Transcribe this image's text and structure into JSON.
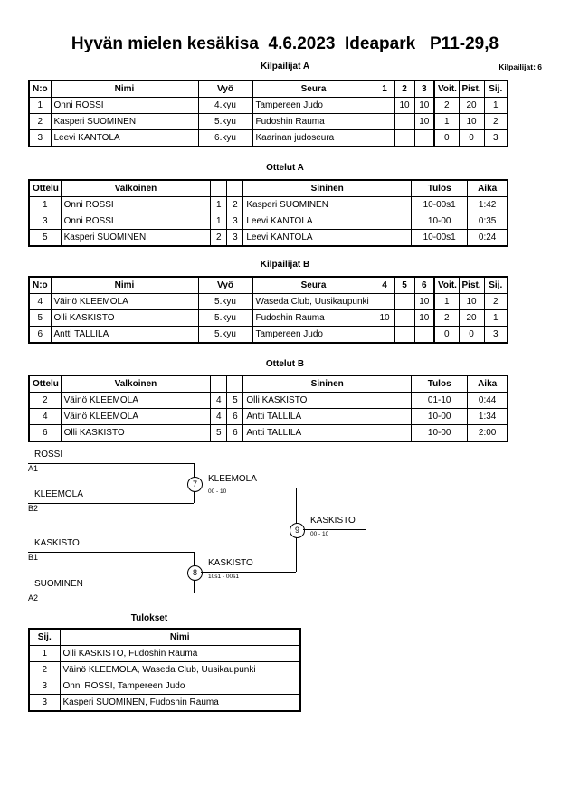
{
  "header": {
    "title": "Hyvän mielen kesäkisa  4.6.2023  Ideapark   P11-29,8",
    "subtitle_a": "Kilpailijat A",
    "entrants": "Kilpailijat: 6"
  },
  "pool_a": {
    "caption": "Kilpailijat A",
    "columns": [
      "N:o",
      "Nimi",
      "Vyö",
      "Seura",
      "1",
      "2",
      "3",
      "Voit.",
      "Pist.",
      "Sij."
    ],
    "rows": [
      {
        "no": "1",
        "name": "Onni ROSSI",
        "belt": "4.kyu",
        "club": "Tampereen Judo",
        "m1": "",
        "m2": "10",
        "m3": "10",
        "wins": "2",
        "points": "20",
        "rank": "1"
      },
      {
        "no": "2",
        "name": "Kasperi SUOMINEN",
        "belt": "5.kyu",
        "club": "Fudoshin Rauma",
        "m1": "",
        "m2": "",
        "m3": "10",
        "wins": "1",
        "points": "10",
        "rank": "2"
      },
      {
        "no": "3",
        "name": "Leevi KANTOLA",
        "belt": "6.kyu",
        "club": "Kaarinan judoseura",
        "m1": "",
        "m2": "",
        "m3": "",
        "wins": "0",
        "points": "0",
        "rank": "3"
      }
    ]
  },
  "matches_a": {
    "caption": "Ottelut A",
    "columns": [
      "Ottelu",
      "Valkoinen",
      "",
      "",
      "Sininen",
      "Tulos",
      "Aika"
    ],
    "rows": [
      {
        "no": "1",
        "white": "Onni ROSSI",
        "wn": "1",
        "bn": "2",
        "blue": "Kasperi SUOMINEN",
        "result": "10-00s1",
        "time": "1:42"
      },
      {
        "no": "3",
        "white": "Onni ROSSI",
        "wn": "1",
        "bn": "3",
        "blue": "Leevi KANTOLA",
        "result": "10-00",
        "time": "0:35"
      },
      {
        "no": "5",
        "white": "Kasperi SUOMINEN",
        "wn": "2",
        "bn": "3",
        "blue": "Leevi KANTOLA",
        "result": "10-00s1",
        "time": "0:24"
      }
    ]
  },
  "pool_b": {
    "caption": "Kilpailijat B",
    "columns": [
      "N:o",
      "Nimi",
      "Vyö",
      "Seura",
      "4",
      "5",
      "6",
      "Voit.",
      "Pist.",
      "Sij."
    ],
    "rows": [
      {
        "no": "4",
        "name": "Väinö KLEEMOLA",
        "belt": "5.kyu",
        "club": "Waseda Club, Uusikaupunki",
        "m1": "",
        "m2": "",
        "m3": "10",
        "wins": "1",
        "points": "10",
        "rank": "2"
      },
      {
        "no": "5",
        "name": "Olli KASKISTO",
        "belt": "5.kyu",
        "club": "Fudoshin Rauma",
        "m1": "10",
        "m2": "",
        "m3": "10",
        "wins": "2",
        "points": "20",
        "rank": "1"
      },
      {
        "no": "6",
        "name": "Antti TALLILA",
        "belt": "5.kyu",
        "club": "Tampereen Judo",
        "m1": "",
        "m2": "",
        "m3": "",
        "wins": "0",
        "points": "0",
        "rank": "3"
      }
    ]
  },
  "matches_b": {
    "caption": "Ottelut B",
    "columns": [
      "Ottelu",
      "Valkoinen",
      "",
      "",
      "Sininen",
      "Tulos",
      "Aika"
    ],
    "rows": [
      {
        "no": "2",
        "white": "Väinö KLEEMOLA",
        "wn": "4",
        "bn": "5",
        "blue": "Olli KASKISTO",
        "result": "01-10",
        "time": "0:44"
      },
      {
        "no": "4",
        "white": "Väinö KLEEMOLA",
        "wn": "4",
        "bn": "6",
        "blue": "Antti TALLILA",
        "result": "10-00",
        "time": "1:34"
      },
      {
        "no": "6",
        "white": "Olli KASKISTO",
        "wn": "5",
        "bn": "6",
        "blue": "Antti TALLILA",
        "result": "10-00",
        "time": "2:00"
      }
    ]
  },
  "bracket": {
    "entries": [
      {
        "name": "ROSSI",
        "seed": "A1"
      },
      {
        "name": "KLEEMOLA",
        "seed": "B2"
      },
      {
        "name": "KASKISTO",
        "seed": "B1"
      },
      {
        "name": "SUOMINEN",
        "seed": "A2"
      }
    ],
    "nodes": [
      {
        "number": "7",
        "winner": "KLEEMOLA",
        "score": "00 - 10"
      },
      {
        "number": "8",
        "winner": "KASKISTO",
        "score": "10s1 - 00s1"
      },
      {
        "number": "9",
        "winner": "KASKISTO",
        "score": "00 - 10"
      }
    ]
  },
  "results": {
    "caption": "Tulokset",
    "columns": [
      "Sij.",
      "Nimi"
    ],
    "rows": [
      {
        "rank": "1",
        "name": "Olli KASKISTO, Fudoshin Rauma"
      },
      {
        "rank": "2",
        "name": "Väinö KLEEMOLA, Waseda Club, Uusikaupunki"
      },
      {
        "rank": "3",
        "name": "Onni ROSSI, Tampereen Judo"
      },
      {
        "rank": "3",
        "name": "Kasperi SUOMINEN, Fudoshin Rauma"
      }
    ]
  }
}
